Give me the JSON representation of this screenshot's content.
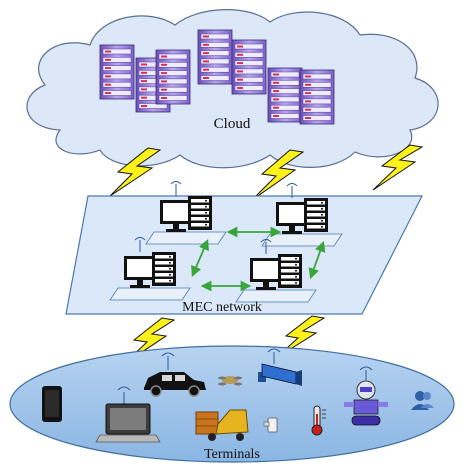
{
  "labels": {
    "cloud": "Cloud",
    "mec_network": "MEC network",
    "terminals": "Terminals"
  },
  "colors": {
    "cloud_fill": "#dce7f7",
    "cloud_stroke": "#5a6f94",
    "mec_plane_fill": "#dbe8f9",
    "mec_plane_stroke": "#4a78b0",
    "terminal_ellipse_fill": "#9fc3ea",
    "terminal_ellipse_stroke": "#3e6f9f",
    "lightning_fill": "#fff21a",
    "lightning_stroke": "#111111",
    "link_arrow": "#3aa63a",
    "server_body": "#1a1a1a",
    "cloud_server": "#8a6fd0"
  },
  "icons": {
    "cloud_servers": [
      "server-rack-icon",
      "server-rack-icon",
      "server-rack-icon",
      "server-rack-icon",
      "server-rack-icon",
      "server-rack-icon"
    ],
    "mec_nodes": [
      "mec-server-icon",
      "mec-server-icon",
      "mec-server-icon",
      "mec-server-icon"
    ],
    "terminals": [
      "smartphone-icon",
      "laptop-icon",
      "car-icon",
      "drone-icon",
      "surveillance-camera-icon",
      "cargo-vehicle-icon",
      "sensor-icon",
      "thermometer-icon",
      "robot-icon",
      "user-icon"
    ]
  }
}
